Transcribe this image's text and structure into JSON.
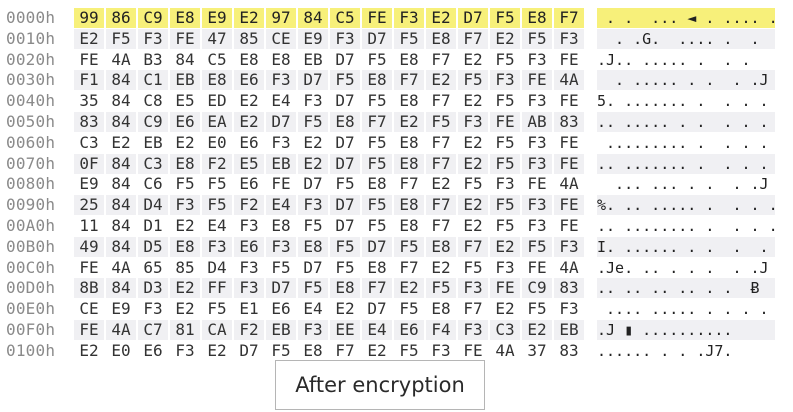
{
  "caption": "After encryption",
  "colors": {
    "selection": "#f7f07a",
    "stripe": "#f0f0f3",
    "offset_text": "#8a8a8a"
  },
  "rows": [
    {
      "offset": "0000h",
      "bytes": [
        "99",
        "86",
        "C9",
        "E8",
        "E9",
        "E2",
        "97",
        "84",
        "C5",
        "FE",
        "F3",
        "E2",
        "D7",
        "F5",
        "E8",
        "F7"
      ],
      "ascii": " . .  ... ◄ . .... ."
    },
    {
      "offset": "0010h",
      "bytes": [
        "E2",
        "F5",
        "F3",
        "FE",
        "47",
        "85",
        "CE",
        "E9",
        "F3",
        "D7",
        "F5",
        "E8",
        "F7",
        "E2",
        "F5",
        "F3"
      ],
      "ascii": "  . .G.  .... .  ."
    },
    {
      "offset": "0020h",
      "bytes": [
        "FE",
        "4A",
        "B3",
        "84",
        "C5",
        "E8",
        "E8",
        "EB",
        "D7",
        "F5",
        "E8",
        "F7",
        "E2",
        "F5",
        "F3",
        "FE"
      ],
      "ascii": ".J.. ..... .  . ."
    },
    {
      "offset": "0030h",
      "bytes": [
        "F1",
        "84",
        "C1",
        "EB",
        "E8",
        "E6",
        "F3",
        "D7",
        "F5",
        "E8",
        "F7",
        "E2",
        "F5",
        "F3",
        "FE",
        "4A"
      ],
      "ascii": "  . ..... . .  . .J"
    },
    {
      "offset": "0040h",
      "bytes": [
        "35",
        "84",
        "C8",
        "E5",
        "ED",
        "E2",
        "E4",
        "F3",
        "D7",
        "F5",
        "E8",
        "F7",
        "E2",
        "F5",
        "F3",
        "FE"
      ],
      "ascii": "5. ....... .  . . ."
    },
    {
      "offset": "0050h",
      "bytes": [
        "83",
        "84",
        "C9",
        "E6",
        "EA",
        "E2",
        "D7",
        "F5",
        "E8",
        "F7",
        "E2",
        "F5",
        "F3",
        "FE",
        "AB",
        "83"
      ],
      "ascii": ".. ..... . .  . . ."
    },
    {
      "offset": "0060h",
      "bytes": [
        "C3",
        "E2",
        "EB",
        "E2",
        "E0",
        "E6",
        "F3",
        "E2",
        "D7",
        "F5",
        "E8",
        "F7",
        "E2",
        "F5",
        "F3",
        "FE"
      ],
      "ascii": " ......... .  . . ."
    },
    {
      "offset": "0070h",
      "bytes": [
        "0F",
        "84",
        "C3",
        "E8",
        "F2",
        "E5",
        "EB",
        "E2",
        "D7",
        "F5",
        "E8",
        "F7",
        "E2",
        "F5",
        "F3",
        "FE"
      ],
      "ascii": ".. ....... .  . . ."
    },
    {
      "offset": "0080h",
      "bytes": [
        "E9",
        "84",
        "C6",
        "F5",
        "F5",
        "E6",
        "FE",
        "D7",
        "F5",
        "E8",
        "F7",
        "E2",
        "F5",
        "F3",
        "FE",
        "4A"
      ],
      "ascii": "  ... ... . .  . .J"
    },
    {
      "offset": "0090h",
      "bytes": [
        "25",
        "84",
        "D4",
        "F3",
        "F5",
        "F2",
        "E4",
        "F3",
        "D7",
        "F5",
        "E8",
        "F7",
        "E2",
        "F5",
        "F3",
        "FE"
      ],
      "ascii": "%. .. ..... .  . . ."
    },
    {
      "offset": "00A0h",
      "bytes": [
        "11",
        "84",
        "D1",
        "E2",
        "E4",
        "F3",
        "E8",
        "F5",
        "D7",
        "F5",
        "E8",
        "F7",
        "E2",
        "F5",
        "F3",
        "FE"
      ],
      "ascii": ".. ........ .  . . ."
    },
    {
      "offset": "00B0h",
      "bytes": [
        "49",
        "84",
        "D5",
        "E8",
        "F3",
        "E6",
        "F3",
        "E8",
        "F5",
        "D7",
        "F5",
        "E8",
        "F7",
        "E2",
        "F5",
        "F3"
      ],
      "ascii": "I. ...... . .  .  ."
    },
    {
      "offset": "00C0h",
      "bytes": [
        "FE",
        "4A",
        "65",
        "85",
        "D4",
        "F3",
        "F5",
        "D7",
        "F5",
        "E8",
        "F7",
        "E2",
        "F5",
        "F3",
        "FE",
        "4A"
      ],
      "ascii": ".Je. .. . . .  . .J"
    },
    {
      "offset": "00D0h",
      "bytes": [
        "8B",
        "84",
        "D3",
        "E2",
        "FF",
        "F3",
        "D7",
        "F5",
        "E8",
        "F7",
        "E2",
        "F5",
        "F3",
        "FE",
        "C9",
        "83"
      ],
      "ascii": ".. .. .. .. . .  Ƀ"
    },
    {
      "offset": "00E0h",
      "bytes": [
        "CE",
        "E9",
        "F3",
        "E2",
        "F5",
        "E1",
        "E6",
        "E4",
        "E2",
        "D7",
        "F5",
        "E8",
        "F7",
        "E2",
        "F5",
        "F3"
      ],
      "ascii": " .... ..... . . . ."
    },
    {
      "offset": "00F0h",
      "bytes": [
        "FE",
        "4A",
        "C7",
        "81",
        "CA",
        "F2",
        "EB",
        "F3",
        "EE",
        "E4",
        "E6",
        "F4",
        "F3",
        "C3",
        "E2",
        "EB"
      ],
      "ascii": ".J ▮ .........."
    },
    {
      "offset": "0100h",
      "bytes": [
        "E2",
        "E0",
        "E6",
        "F3",
        "E2",
        "D7",
        "F5",
        "E8",
        "F7",
        "E2",
        "F5",
        "F3",
        "FE",
        "4A",
        "37",
        "83"
      ],
      "ascii": "...... . . .J7."
    }
  ]
}
